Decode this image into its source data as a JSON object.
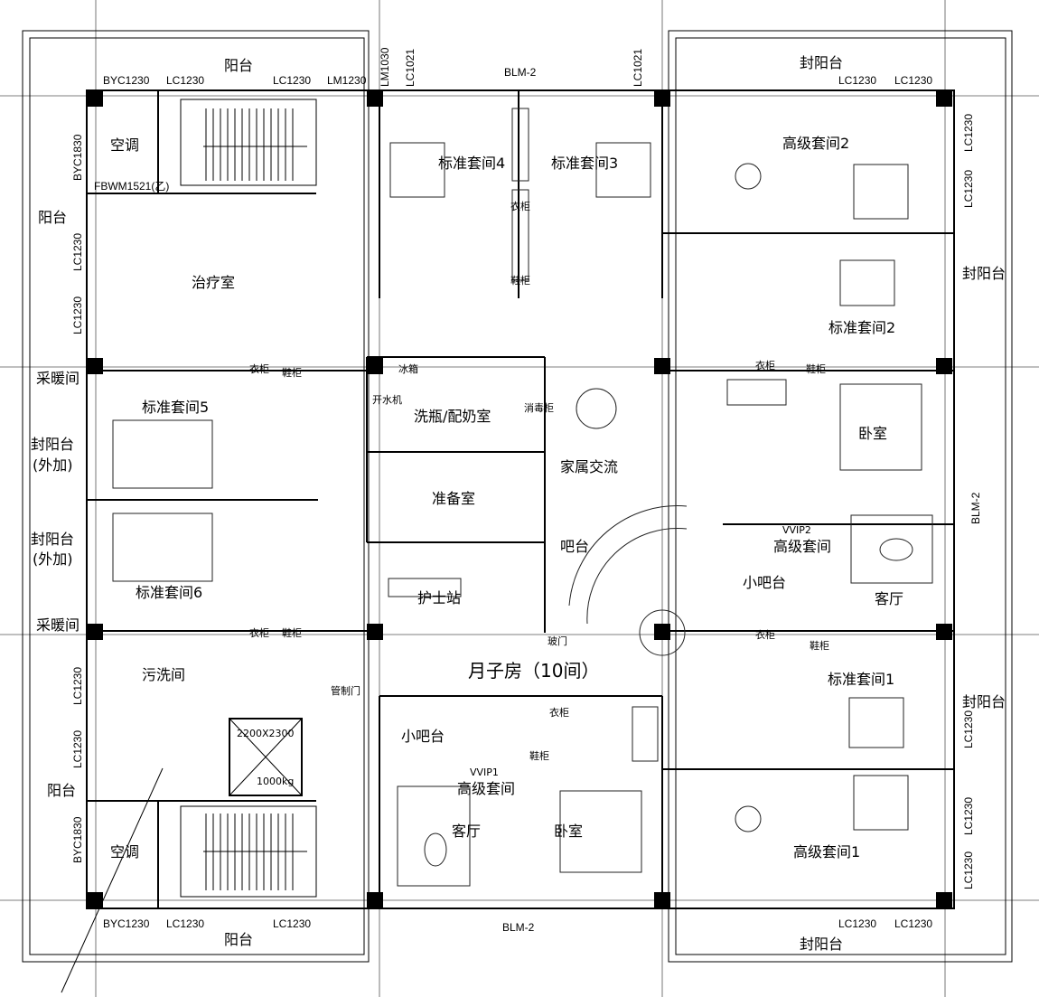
{
  "plan": {
    "main_title": "月子房（10间）",
    "rooms": {
      "suite_std_4": "标准套间4",
      "suite_std_3": "标准套间3",
      "suite_std_5": "标准套间5",
      "suite_std_6": "标准套间6",
      "suite_std_2": "标准套间2",
      "suite_std_1": "标准套间1",
      "suite_adv_2": "高级套间2",
      "suite_adv_1": "高级套间1",
      "vvip2_code": "VVIP2",
      "vvip2_name": "高级套间",
      "vvip1_code": "VVIP1",
      "vvip1_name": "高级套间",
      "treatment": "治疗室",
      "aircon_top": "空调",
      "aircon_bottom": "空调",
      "bottle_milk": "洗瓶/配奶室",
      "family_lounge": "家属交流",
      "prep_room": "准备室",
      "bar": "吧台",
      "nurse_station": "护士站",
      "dirty_wash": "污洗间",
      "heating_top": "采暖间",
      "heating_bottom": "采暖间",
      "small_bar_right": "小吧台",
      "small_bar_left": "小吧台",
      "living_right": "客厅",
      "living_left": "客厅",
      "bedroom_right": "卧室",
      "bedroom_left": "卧室",
      "pipe_door": "管制门"
    },
    "balconies": {
      "top_left": "阳台",
      "left_upper": "阳台",
      "left_lower": "阳台",
      "bottom_left": "阳台",
      "top_right": "封阳台",
      "right_upper": "封阳台",
      "right_lower": "封阳台",
      "bottom_right": "封阳台",
      "added_1": "封阳台",
      "added_1b": "(外加)",
      "added_2": "封阳台",
      "added_2b": "(外加)"
    },
    "codes": {
      "byc1230": "BYC1230",
      "lc1230": "LC1230",
      "lm1230": "LM1230",
      "lm1030": "LM1030",
      "lc1021": "LC1021",
      "blm2": "BLM-2",
      "byc1830": "BYC1830",
      "fbwm": "FBWM1521(乙)"
    },
    "fixtures": {
      "wardrobe": "衣柜",
      "shoe_cabinet": "鞋柜",
      "fridge": "冰箱",
      "water_dispenser": "开水机",
      "disinfect_cabinet": "消毒柜",
      "elevator_size": "2200X2300",
      "elevator_load": "1000kg",
      "glass_door": "玻门"
    }
  }
}
